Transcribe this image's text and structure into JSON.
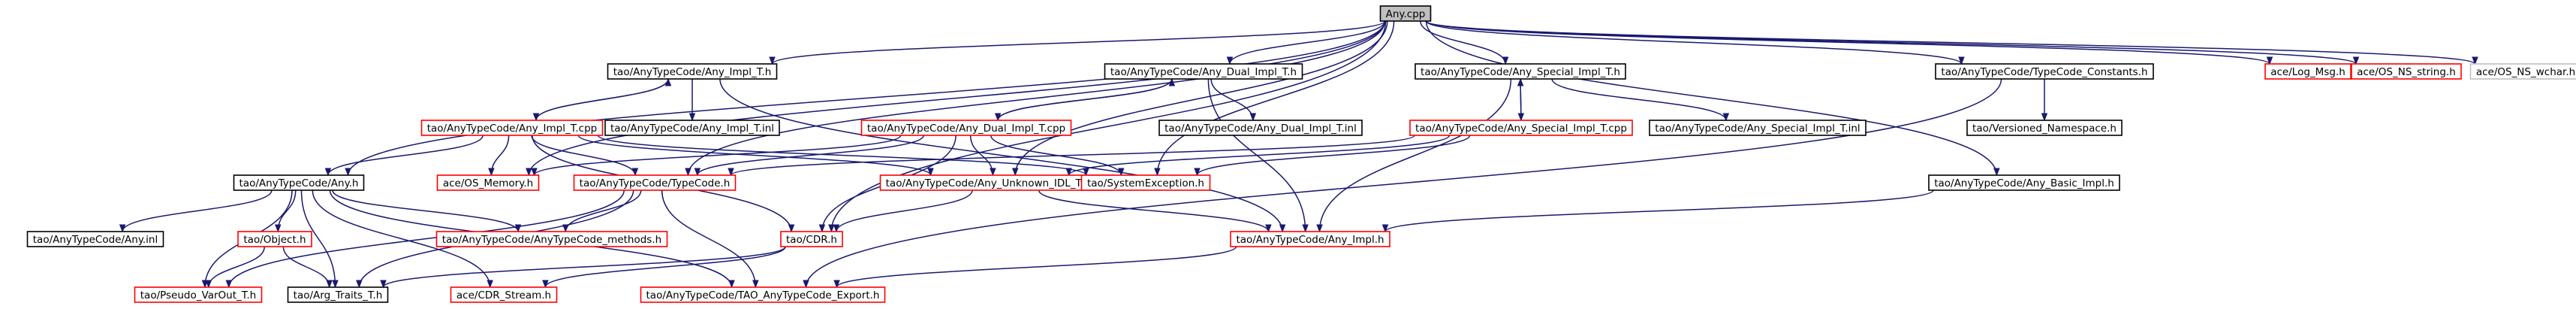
{
  "graph": {
    "root": "Any.cpp",
    "nodes": [
      {
        "id": "any_cpp",
        "label": "Any.cpp",
        "style": "root"
      },
      {
        "id": "any_impl_t_h",
        "label": "tao/AnyTypeCode/Any_Impl_T.h",
        "style": "black"
      },
      {
        "id": "any_dual_impl_t_h",
        "label": "tao/AnyTypeCode/Any_Dual_Impl_T.h",
        "style": "black"
      },
      {
        "id": "any_special_impl_t_h",
        "label": "tao/AnyTypeCode/Any_Special_Impl_T.h",
        "style": "black"
      },
      {
        "id": "typecode_constants_h",
        "label": "tao/AnyTypeCode/TypeCode_Constants.h",
        "style": "black"
      },
      {
        "id": "log_msg_h",
        "label": "ace/Log_Msg.h",
        "style": "red"
      },
      {
        "id": "os_ns_string_h",
        "label": "ace/OS_NS_string.h",
        "style": "red"
      },
      {
        "id": "os_ns_wchar_h",
        "label": "ace/OS_NS_wchar.h",
        "style": "gray"
      },
      {
        "id": "any_impl_t_cpp",
        "label": "tao/AnyTypeCode/Any_Impl_T.cpp",
        "style": "red"
      },
      {
        "id": "any_impl_t_inl",
        "label": "tao/AnyTypeCode/Any_Impl_T.inl",
        "style": "black"
      },
      {
        "id": "any_dual_impl_t_cpp",
        "label": "tao/AnyTypeCode/Any_Dual_Impl_T.cpp",
        "style": "red"
      },
      {
        "id": "any_dual_impl_t_inl",
        "label": "tao/AnyTypeCode/Any_Dual_Impl_T.inl",
        "style": "black"
      },
      {
        "id": "any_special_impl_t_cpp",
        "label": "tao/AnyTypeCode/Any_Special_Impl_T.cpp",
        "style": "red"
      },
      {
        "id": "any_special_impl_t_inl",
        "label": "tao/AnyTypeCode/Any_Special_Impl_T.inl",
        "style": "black"
      },
      {
        "id": "versioned_namespace_h",
        "label": "tao/Versioned_Namespace.h",
        "style": "black"
      },
      {
        "id": "any_h",
        "label": "tao/AnyTypeCode/Any.h",
        "style": "black"
      },
      {
        "id": "os_memory_h",
        "label": "ace/OS_Memory.h",
        "style": "red"
      },
      {
        "id": "typecode_h",
        "label": "tao/AnyTypeCode/TypeCode.h",
        "style": "red"
      },
      {
        "id": "any_unknown_idl_type_h",
        "label": "tao/AnyTypeCode/Any_Unknown_IDL_Type.h",
        "style": "red"
      },
      {
        "id": "systemexception_h",
        "label": "tao/SystemException.h",
        "style": "red"
      },
      {
        "id": "any_basic_impl_h",
        "label": "tao/AnyTypeCode/Any_Basic_Impl.h",
        "style": "black"
      },
      {
        "id": "any_inl",
        "label": "tao/AnyTypeCode/Any.inl",
        "style": "black"
      },
      {
        "id": "object_h",
        "label": "tao/Object.h",
        "style": "red"
      },
      {
        "id": "anytypecode_methods_h",
        "label": "tao/AnyTypeCode/AnyTypeCode_methods.h",
        "style": "red"
      },
      {
        "id": "cdr_h",
        "label": "tao/CDR.h",
        "style": "red"
      },
      {
        "id": "any_impl_h",
        "label": "tao/AnyTypeCode/Any_Impl.h",
        "style": "red"
      },
      {
        "id": "pseudo_varout_t_h",
        "label": "tao/Pseudo_VarOut_T.h",
        "style": "red"
      },
      {
        "id": "arg_traits_t_h",
        "label": "tao/Arg_Traits_T.h",
        "style": "black"
      },
      {
        "id": "cdr_stream_h",
        "label": "ace/CDR_Stream.h",
        "style": "red"
      },
      {
        "id": "tao_anytypecode_export_h",
        "label": "tao/AnyTypeCode/TAO_AnyTypeCode_Export.h",
        "style": "red"
      }
    ],
    "edges": [
      [
        "any_cpp",
        "any_impl_t_h"
      ],
      [
        "any_cpp",
        "any_dual_impl_t_h"
      ],
      [
        "any_cpp",
        "any_special_impl_t_h"
      ],
      [
        "any_cpp",
        "typecode_constants_h"
      ],
      [
        "any_cpp",
        "log_msg_h"
      ],
      [
        "any_cpp",
        "os_ns_string_h"
      ],
      [
        "any_cpp",
        "os_ns_wchar_h"
      ],
      [
        "any_cpp",
        "any_h"
      ],
      [
        "any_cpp",
        "os_memory_h"
      ],
      [
        "any_cpp",
        "typecode_h"
      ],
      [
        "any_cpp",
        "any_unknown_idl_type_h"
      ],
      [
        "any_cpp",
        "systemexception_h"
      ],
      [
        "any_cpp",
        "any_basic_impl_h"
      ],
      [
        "any_cpp",
        "cdr_h"
      ],
      [
        "any_impl_t_h",
        "any_impl_t_cpp"
      ],
      [
        "any_impl_t_h",
        "any_impl_t_inl"
      ],
      [
        "any_impl_t_h",
        "any_impl_h"
      ],
      [
        "any_impl_t_cpp",
        "any_impl_t_h"
      ],
      [
        "any_impl_t_cpp",
        "any_h"
      ],
      [
        "any_impl_t_cpp",
        "os_memory_h"
      ],
      [
        "any_impl_t_cpp",
        "typecode_h"
      ],
      [
        "any_impl_t_cpp",
        "any_unknown_idl_type_h"
      ],
      [
        "any_impl_t_cpp",
        "systemexception_h"
      ],
      [
        "any_impl_t_cpp",
        "cdr_h"
      ],
      [
        "any_dual_impl_t_h",
        "any_dual_impl_t_cpp"
      ],
      [
        "any_dual_impl_t_h",
        "any_dual_impl_t_inl"
      ],
      [
        "any_dual_impl_t_h",
        "any_impl_h"
      ],
      [
        "any_dual_impl_t_cpp",
        "any_dual_impl_t_h"
      ],
      [
        "any_dual_impl_t_cpp",
        "os_memory_h"
      ],
      [
        "any_dual_impl_t_cpp",
        "typecode_h"
      ],
      [
        "any_dual_impl_t_cpp",
        "any_unknown_idl_type_h"
      ],
      [
        "any_dual_impl_t_cpp",
        "systemexception_h"
      ],
      [
        "any_dual_impl_t_cpp",
        "cdr_h"
      ],
      [
        "any_special_impl_t_h",
        "any_special_impl_t_cpp"
      ],
      [
        "any_special_impl_t_h",
        "any_special_impl_t_inl"
      ],
      [
        "any_special_impl_t_h",
        "any_impl_h"
      ],
      [
        "any_special_impl_t_cpp",
        "any_special_impl_t_h"
      ],
      [
        "any_special_impl_t_cpp",
        "typecode_h"
      ],
      [
        "any_special_impl_t_cpp",
        "any_unknown_idl_type_h"
      ],
      [
        "any_special_impl_t_cpp",
        "systemexception_h"
      ],
      [
        "typecode_constants_h",
        "versioned_namespace_h"
      ],
      [
        "typecode_constants_h",
        "tao_anytypecode_export_h"
      ],
      [
        "any_h",
        "any_inl"
      ],
      [
        "any_h",
        "object_h"
      ],
      [
        "any_h",
        "anytypecode_methods_h"
      ],
      [
        "any_h",
        "pseudo_varout_t_h"
      ],
      [
        "any_h",
        "arg_traits_t_h"
      ],
      [
        "any_h",
        "cdr_stream_h"
      ],
      [
        "any_h",
        "tao_anytypecode_export_h"
      ],
      [
        "typecode_h",
        "anytypecode_methods_h"
      ],
      [
        "typecode_h",
        "pseudo_varout_t_h"
      ],
      [
        "typecode_h",
        "arg_traits_t_h"
      ],
      [
        "typecode_h",
        "tao_anytypecode_export_h"
      ],
      [
        "any_unknown_idl_type_h",
        "cdr_h"
      ],
      [
        "any_unknown_idl_type_h",
        "any_impl_h"
      ],
      [
        "any_basic_impl_h",
        "any_impl_h"
      ],
      [
        "object_h",
        "pseudo_varout_t_h"
      ],
      [
        "object_h",
        "arg_traits_t_h"
      ],
      [
        "cdr_h",
        "cdr_stream_h"
      ],
      [
        "cdr_h",
        "arg_traits_t_h"
      ],
      [
        "any_impl_h",
        "tao_anytypecode_export_h"
      ]
    ]
  },
  "colors": {
    "edge": "#191970",
    "black_border": "#000000",
    "red_border": "#ff0000",
    "gray_border": "#bfbfbf",
    "root_fill": "#bfbfbf"
  }
}
